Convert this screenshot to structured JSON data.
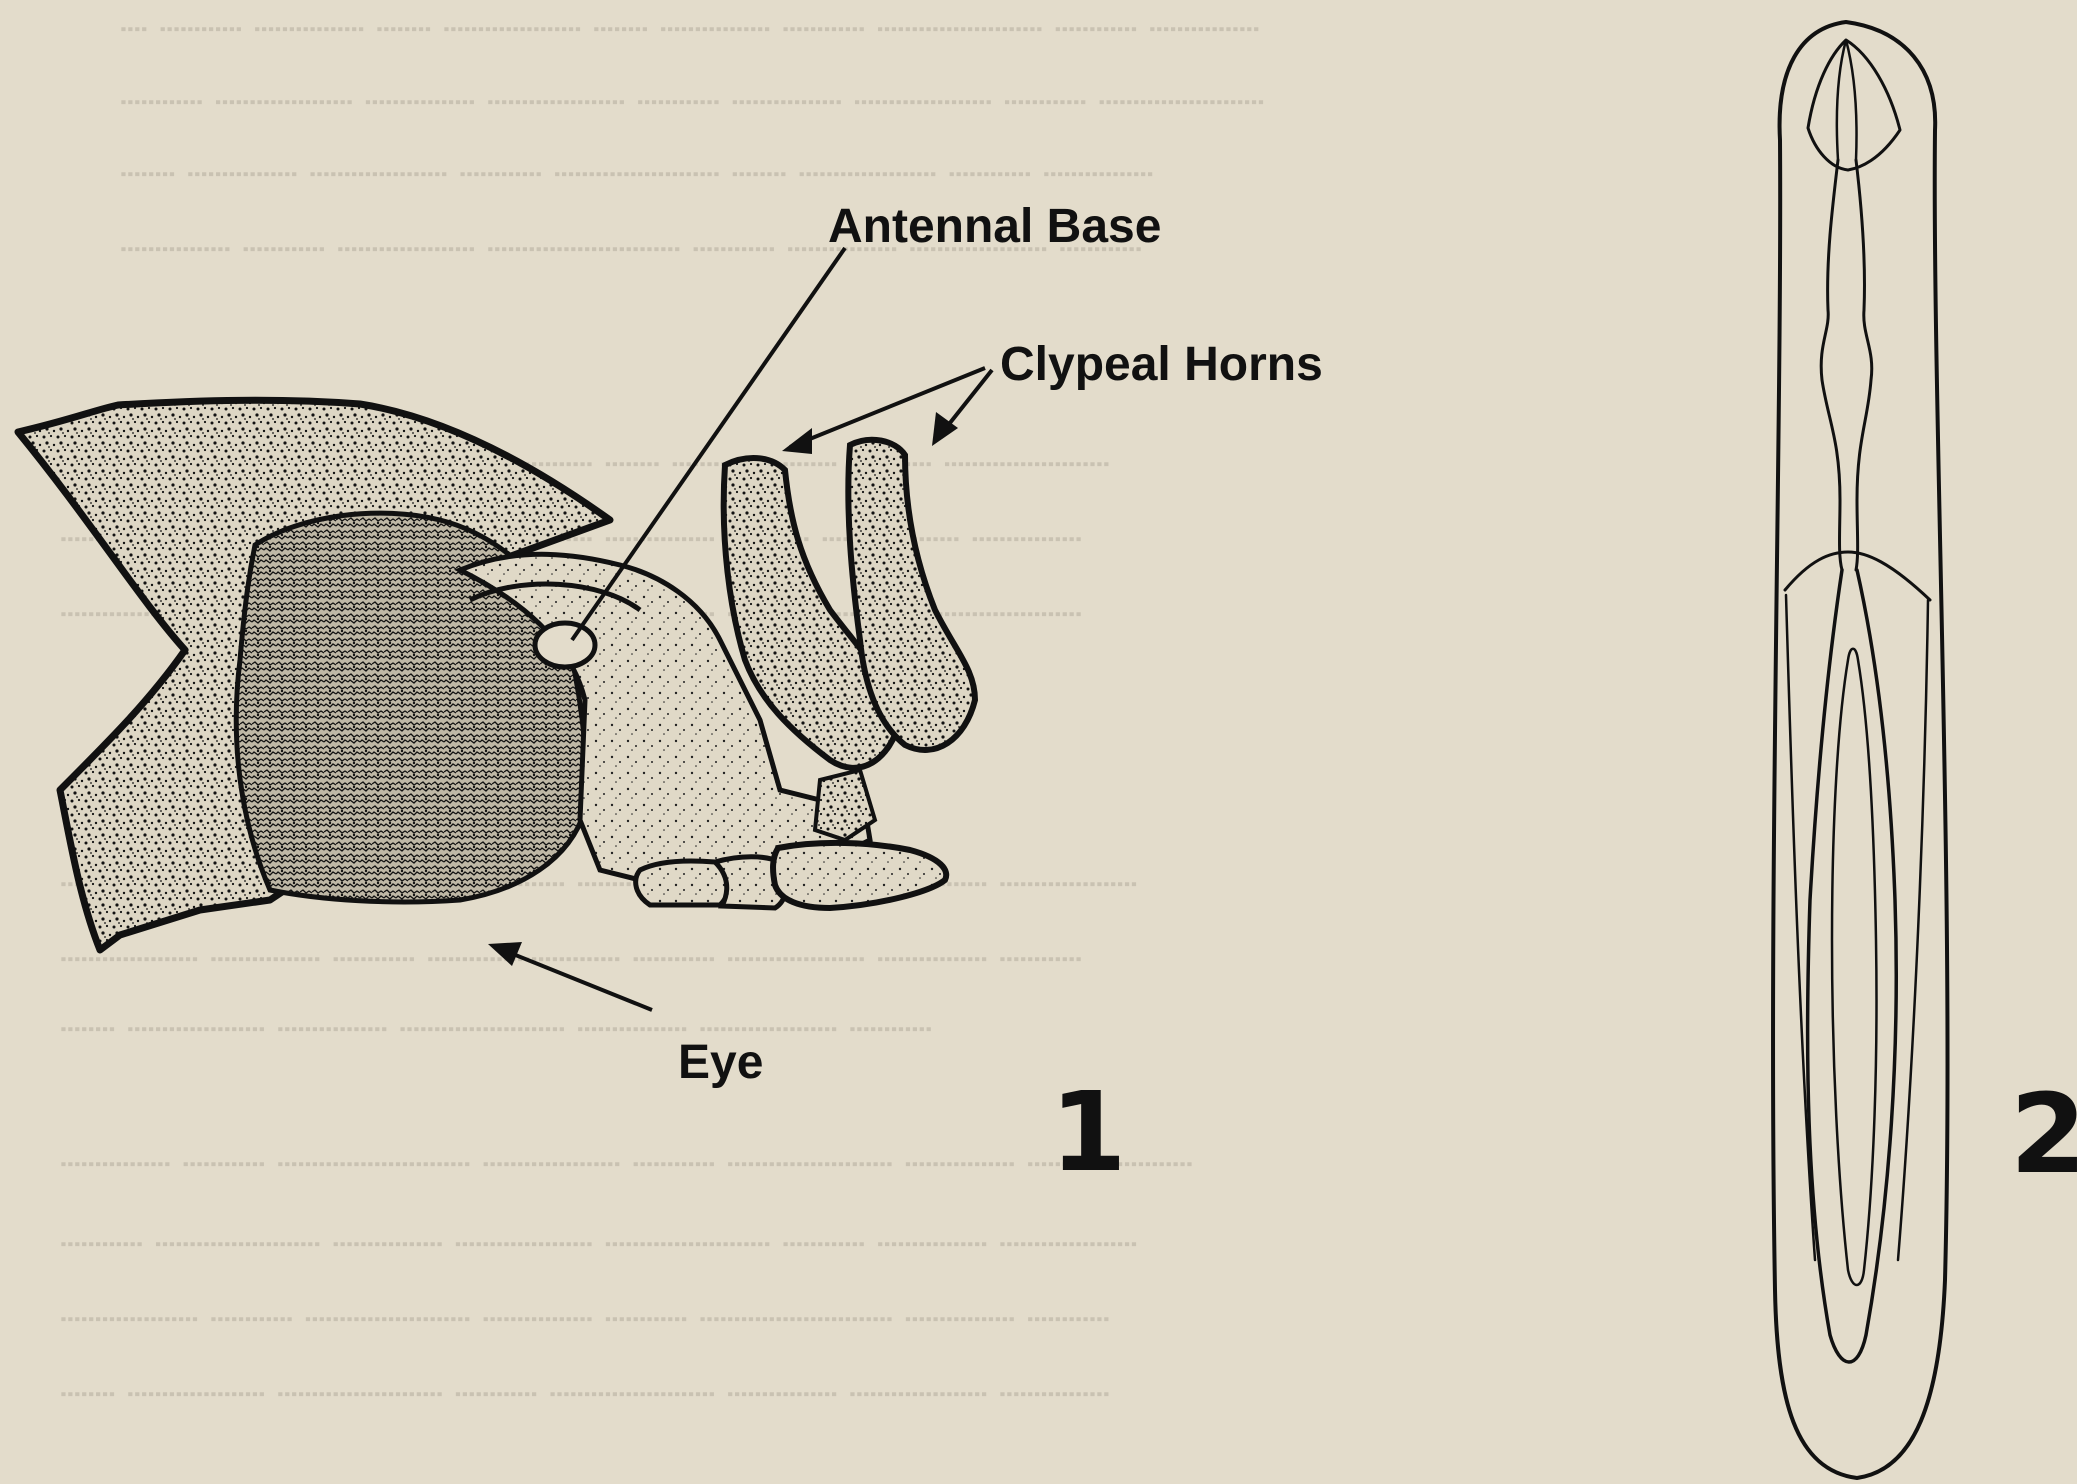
{
  "figure_1": {
    "number": "1",
    "labels": {
      "antennal_base": "Antennal Base",
      "clypeal_horns": "Clypeal Horns",
      "eye": "Eye"
    }
  },
  "figure_2": {
    "number": "2"
  },
  "colors": {
    "paper": "#e3dccb",
    "ink": "#111111",
    "bleed_through_text": "#8f897c"
  }
}
